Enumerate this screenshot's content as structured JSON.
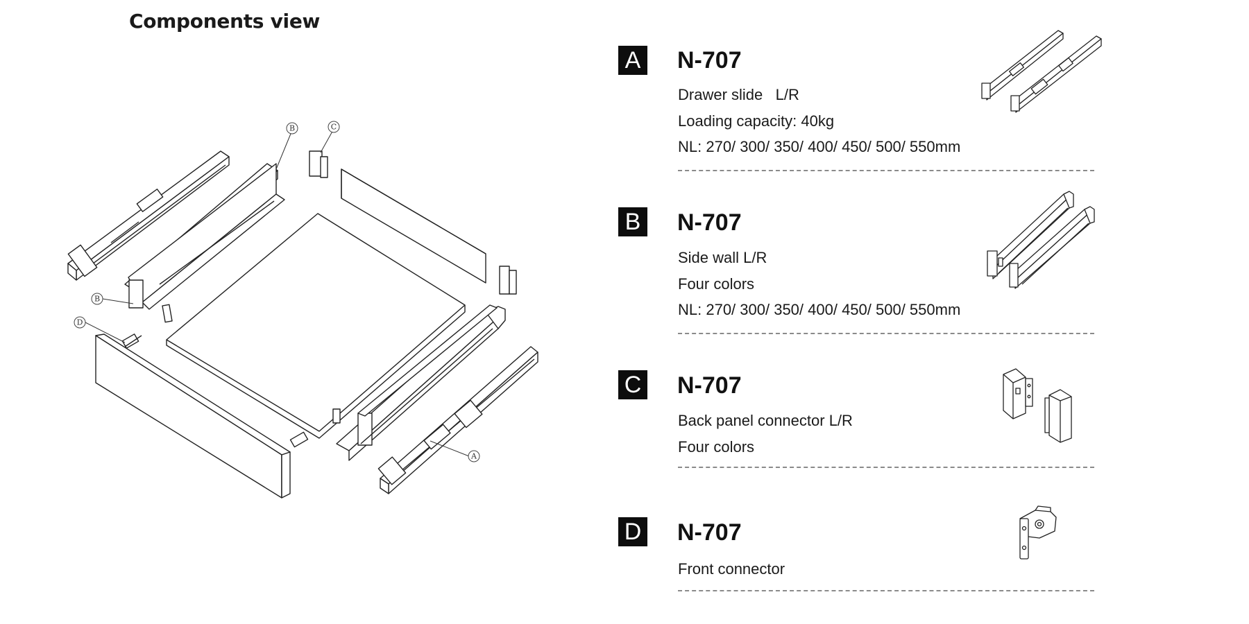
{
  "diagram": {
    "title": "Components view",
    "callouts": {
      "b_top": "B",
      "c_top": "C",
      "b_side": "B",
      "d_front": "D",
      "a_slide": "A"
    }
  },
  "parts": [
    {
      "letter": "A",
      "model": "N-707",
      "lines": [
        "Drawer slide   L/R",
        "Loading capacity: 40kg",
        "NL: 270/ 300/ 350/ 400/ 450/ 500/ 550mm"
      ],
      "icon": "drawer-slide-pair"
    },
    {
      "letter": "B",
      "model": "N-707",
      "lines": [
        "Side wall L/R",
        "Four colors",
        "NL: 270/ 300/ 350/ 400/ 450/ 500/ 550mm"
      ],
      "icon": "side-wall-pair"
    },
    {
      "letter": "C",
      "model": "N-707",
      "lines": [
        "Back panel connector L/R",
        "Four colors"
      ],
      "icon": "back-panel-connector-pair"
    },
    {
      "letter": "D",
      "model": "N-707",
      "lines": [
        "Front connector"
      ],
      "icon": "front-connector"
    }
  ]
}
